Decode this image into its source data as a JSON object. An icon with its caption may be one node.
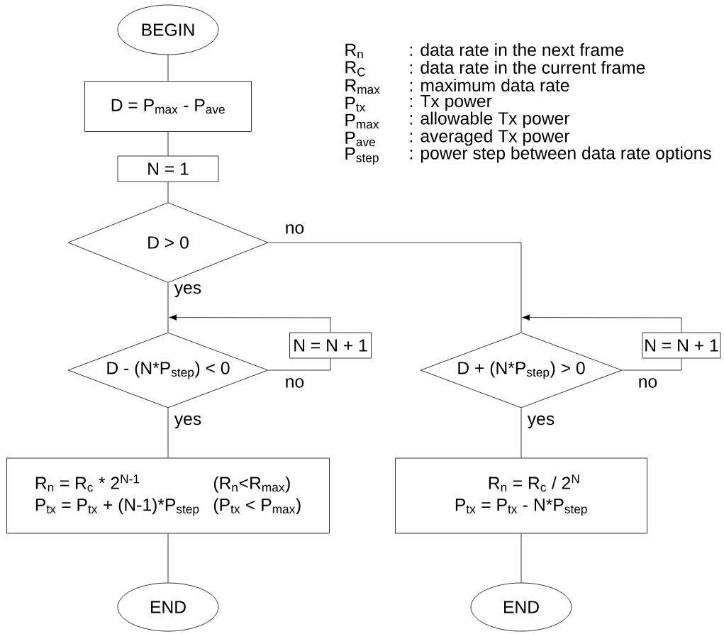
{
  "diagram": {
    "nodes": [
      {
        "text": [
          "BEGIN"
        ]
      },
      {
        "text": [
          "D = P$_{max}$ - P$_{ave}$"
        ]
      },
      {
        "text": [
          "N = 1"
        ]
      },
      {
        "text": [
          "D > 0"
        ]
      },
      {
        "text": [
          "D - (N*P$_{step}$) < 0"
        ]
      },
      {
        "text": [
          "N = N + 1"
        ]
      },
      {
        "text": [
          "D + (N*P$_{step}$) > 0"
        ]
      },
      {
        "text": [
          "N = N + 1"
        ]
      },
      {
        "text": [
          "R$_{n}$ = R$_{c}$ * 2$^{N-1}$",
          "(R$_{n}$<R$_{max}$)",
          "P$_{tx}$ = P$_{tx}$ + (N-1)*P$_{step}$",
          "(P$_{tx}$ < P$_{max}$)"
        ]
      },
      {
        "text": [
          "R$_{n}$ = R$_{c}$ / 2$^{N}$",
          "P$_{tx}$ = P$_{tx}$ - N*P$_{step}$"
        ]
      },
      {
        "text": [
          "END"
        ]
      },
      {
        "text": [
          "END"
        ]
      }
    ],
    "edges": [
      {
        "from": 0,
        "to": 1,
        "arrow": "none"
      },
      {
        "from": 1,
        "to": 2,
        "arrow": "none"
      },
      {
        "from": 2,
        "to": 3,
        "arrow": "none"
      },
      {
        "from": 3,
        "to": 4,
        "arrow": "none",
        "label": "yes"
      },
      {
        "from": 3,
        "to": 6,
        "arrow": "none",
        "label": "no"
      },
      {
        "from": 4,
        "to": 5,
        "arrow": "none",
        "label": "no"
      },
      {
        "from": 5,
        "to": 4,
        "arrow": "to"
      },
      {
        "from": 4,
        "to": 8,
        "arrow": "none",
        "label": "yes"
      },
      {
        "from": 6,
        "to": 7,
        "arrow": "none",
        "label": "no"
      },
      {
        "from": 7,
        "to": 6,
        "arrow": "to"
      },
      {
        "from": 6,
        "to": 9,
        "arrow": "none",
        "label": "yes"
      },
      {
        "from": 8,
        "to": 10,
        "arrow": "none"
      },
      {
        "from": 9,
        "to": 11,
        "arrow": "none"
      }
    ],
    "labels": [
      "R$_{n}$",
      ": data rate in the next frame",
      "R$_{C}$",
      ": data rate in the current frame",
      "R$_{max}$",
      ": maximum data rate",
      "P$_{tx}$",
      ": Tx power",
      "P$_{max}$",
      ": allowable Tx power",
      "P$_{ave}$",
      ": averaged Tx power",
      "P$_{step}$",
      ": power step between data rate options"
    ]
  }
}
